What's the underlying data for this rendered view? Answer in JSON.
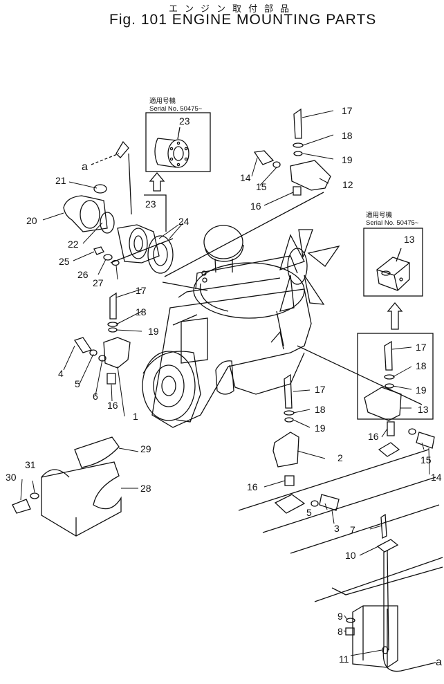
{
  "title": {
    "japanese": "エンジン取付部品",
    "english": "Fig. 101 ENGINE MOUNTING PARTS"
  },
  "serial_notes": [
    {
      "line1": "適用号機",
      "line2": "Serial No. 50475~"
    },
    {
      "line1": "適用号機",
      "line2": "Serial No. 50475~"
    }
  ],
  "arrow_refs": {
    "left": "a",
    "right": "a"
  },
  "callouts": {
    "c1": "1",
    "c2": "2",
    "c3": "3",
    "c4": "4",
    "c5a": "5",
    "c5b": "5",
    "c6": "6",
    "c7": "7",
    "c8": "8",
    "c9": "9",
    "c10": "10",
    "c11": "11",
    "c12": "12",
    "c13a": "13",
    "c13b": "13",
    "c14a": "14",
    "c14b": "14",
    "c15a": "15",
    "c15b": "15",
    "c16a": "16",
    "c16b": "16",
    "c16c": "16",
    "c16d": "16",
    "c17a": "17",
    "c17b": "17",
    "c17c": "17",
    "c17d": "17",
    "c18a": "18",
    "c18b": "18",
    "c18c": "18",
    "c18d": "18",
    "c19a": "19",
    "c19b": "19",
    "c19c": "19",
    "c19d": "19",
    "c20": "20",
    "c21": "21",
    "c22": "22",
    "c23a": "23",
    "c23b": "23",
    "c24": "24",
    "c25": "25",
    "c26": "26",
    "c27": "27",
    "c28": "28",
    "c29": "29",
    "c30": "30",
    "c31": "31"
  }
}
